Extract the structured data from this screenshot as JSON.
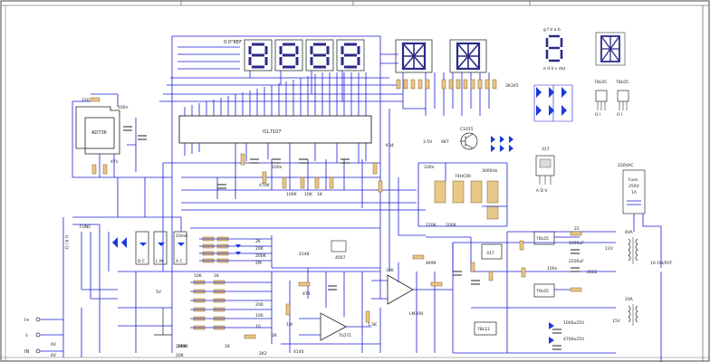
{
  "colors": {
    "wire": "#1b1bd8",
    "ink": "#1a1a1a",
    "resistor_fill": "#e8c888",
    "resistor_edge": "#8a5a1a",
    "led_blue": "#1b3ad8",
    "display_dark": "#2a2a8a"
  },
  "icons": {
    "seven_segment_display": "seven-segment-icon",
    "sixteen_segment_display": "sixteen-segment-icon",
    "transistor": "transistor-icon",
    "regulator": "regulator-icon",
    "transformer": "transformer-icon",
    "fuse": "fuse-icon",
    "led": "led-icon",
    "diode_bridge": "diode-bridge-icon"
  },
  "labels": {
    "display_label": "0.0°REF",
    "ad736": "AD736",
    "icl7107": "ICL7107",
    "k34": "K34",
    "v35": "3.5V",
    "r4k7": "4K7",
    "c1015": "C1015",
    "r33k": "33K",
    "r47k": "47K",
    "c100n_a": "100n",
    "c100n_b": "100n",
    "r1m": "1M",
    "r100k_a": "100K",
    "r100k_b": "100K",
    "r220k": "220K",
    "r220": "220",
    "r1k": "1K",
    "r10k": "10K",
    "c47n": "47n",
    "r470k": "470K",
    "r1k5": "1.5K",
    "c330n": "330n",
    "ic74hc00": "74HC00",
    "xtal": "3000Hz",
    "c3k3x5": "3K3X5",
    "q317_top": "317",
    "pins_adj": "A D V",
    "l7805_a": "78L05",
    "l7805_b": "78L05",
    "pins_o1": "O I",
    "pins_o2": "O I",
    "ac220": "220VAC",
    "fuse": "Fuse",
    "f250v": "250V",
    "f1a": "1A",
    "v6va": "6VA",
    "v12v": "12V",
    "v2va": "2VA",
    "v15v": "15V",
    "onoff": "1A ON/OFF",
    "func": "FUNC",
    "urid": "U R I D",
    "dc": "D C",
    "lm": "L M",
    "ac": "A C",
    "i10ma": "10mA",
    "r2k": "2K",
    "r20k": "20K",
    "r200k": "200K",
    "r2m": "2M",
    "r200": "200",
    "r10k_b": "10K",
    "r1k_b": "1K",
    "r100_c": "100",
    "r10_c": "10",
    "v5v_a": "5V",
    "v5v_b": "5V",
    "x4007": "4007",
    "lm308": "LM308",
    "tl071": "TL071",
    "r4148": "4148",
    "q317_mid": "317",
    "l7805_mid": "78L05",
    "l7905": "79L05",
    "l7812": "78L12",
    "c1000uf": "1000uF",
    "c2200uf": "2200uF",
    "c4700uf": "4700u25V",
    "c1000u25": "1000u25V",
    "c100n_c": "100n",
    "c4002": "4002",
    "r4k99": "4K99",
    "v6v": "6V",
    "v6v_b": "6V",
    "r2k_b": "2K",
    "r22": "22",
    "terminal_iplus": "I+",
    "terminal_ground": "⏚",
    "terminal_in": "IN",
    "r240k": "240K",
    "r1k_c": "1K",
    "r20k_b": "20K",
    "r2k2": "2K2",
    "r4140": "4140"
  }
}
